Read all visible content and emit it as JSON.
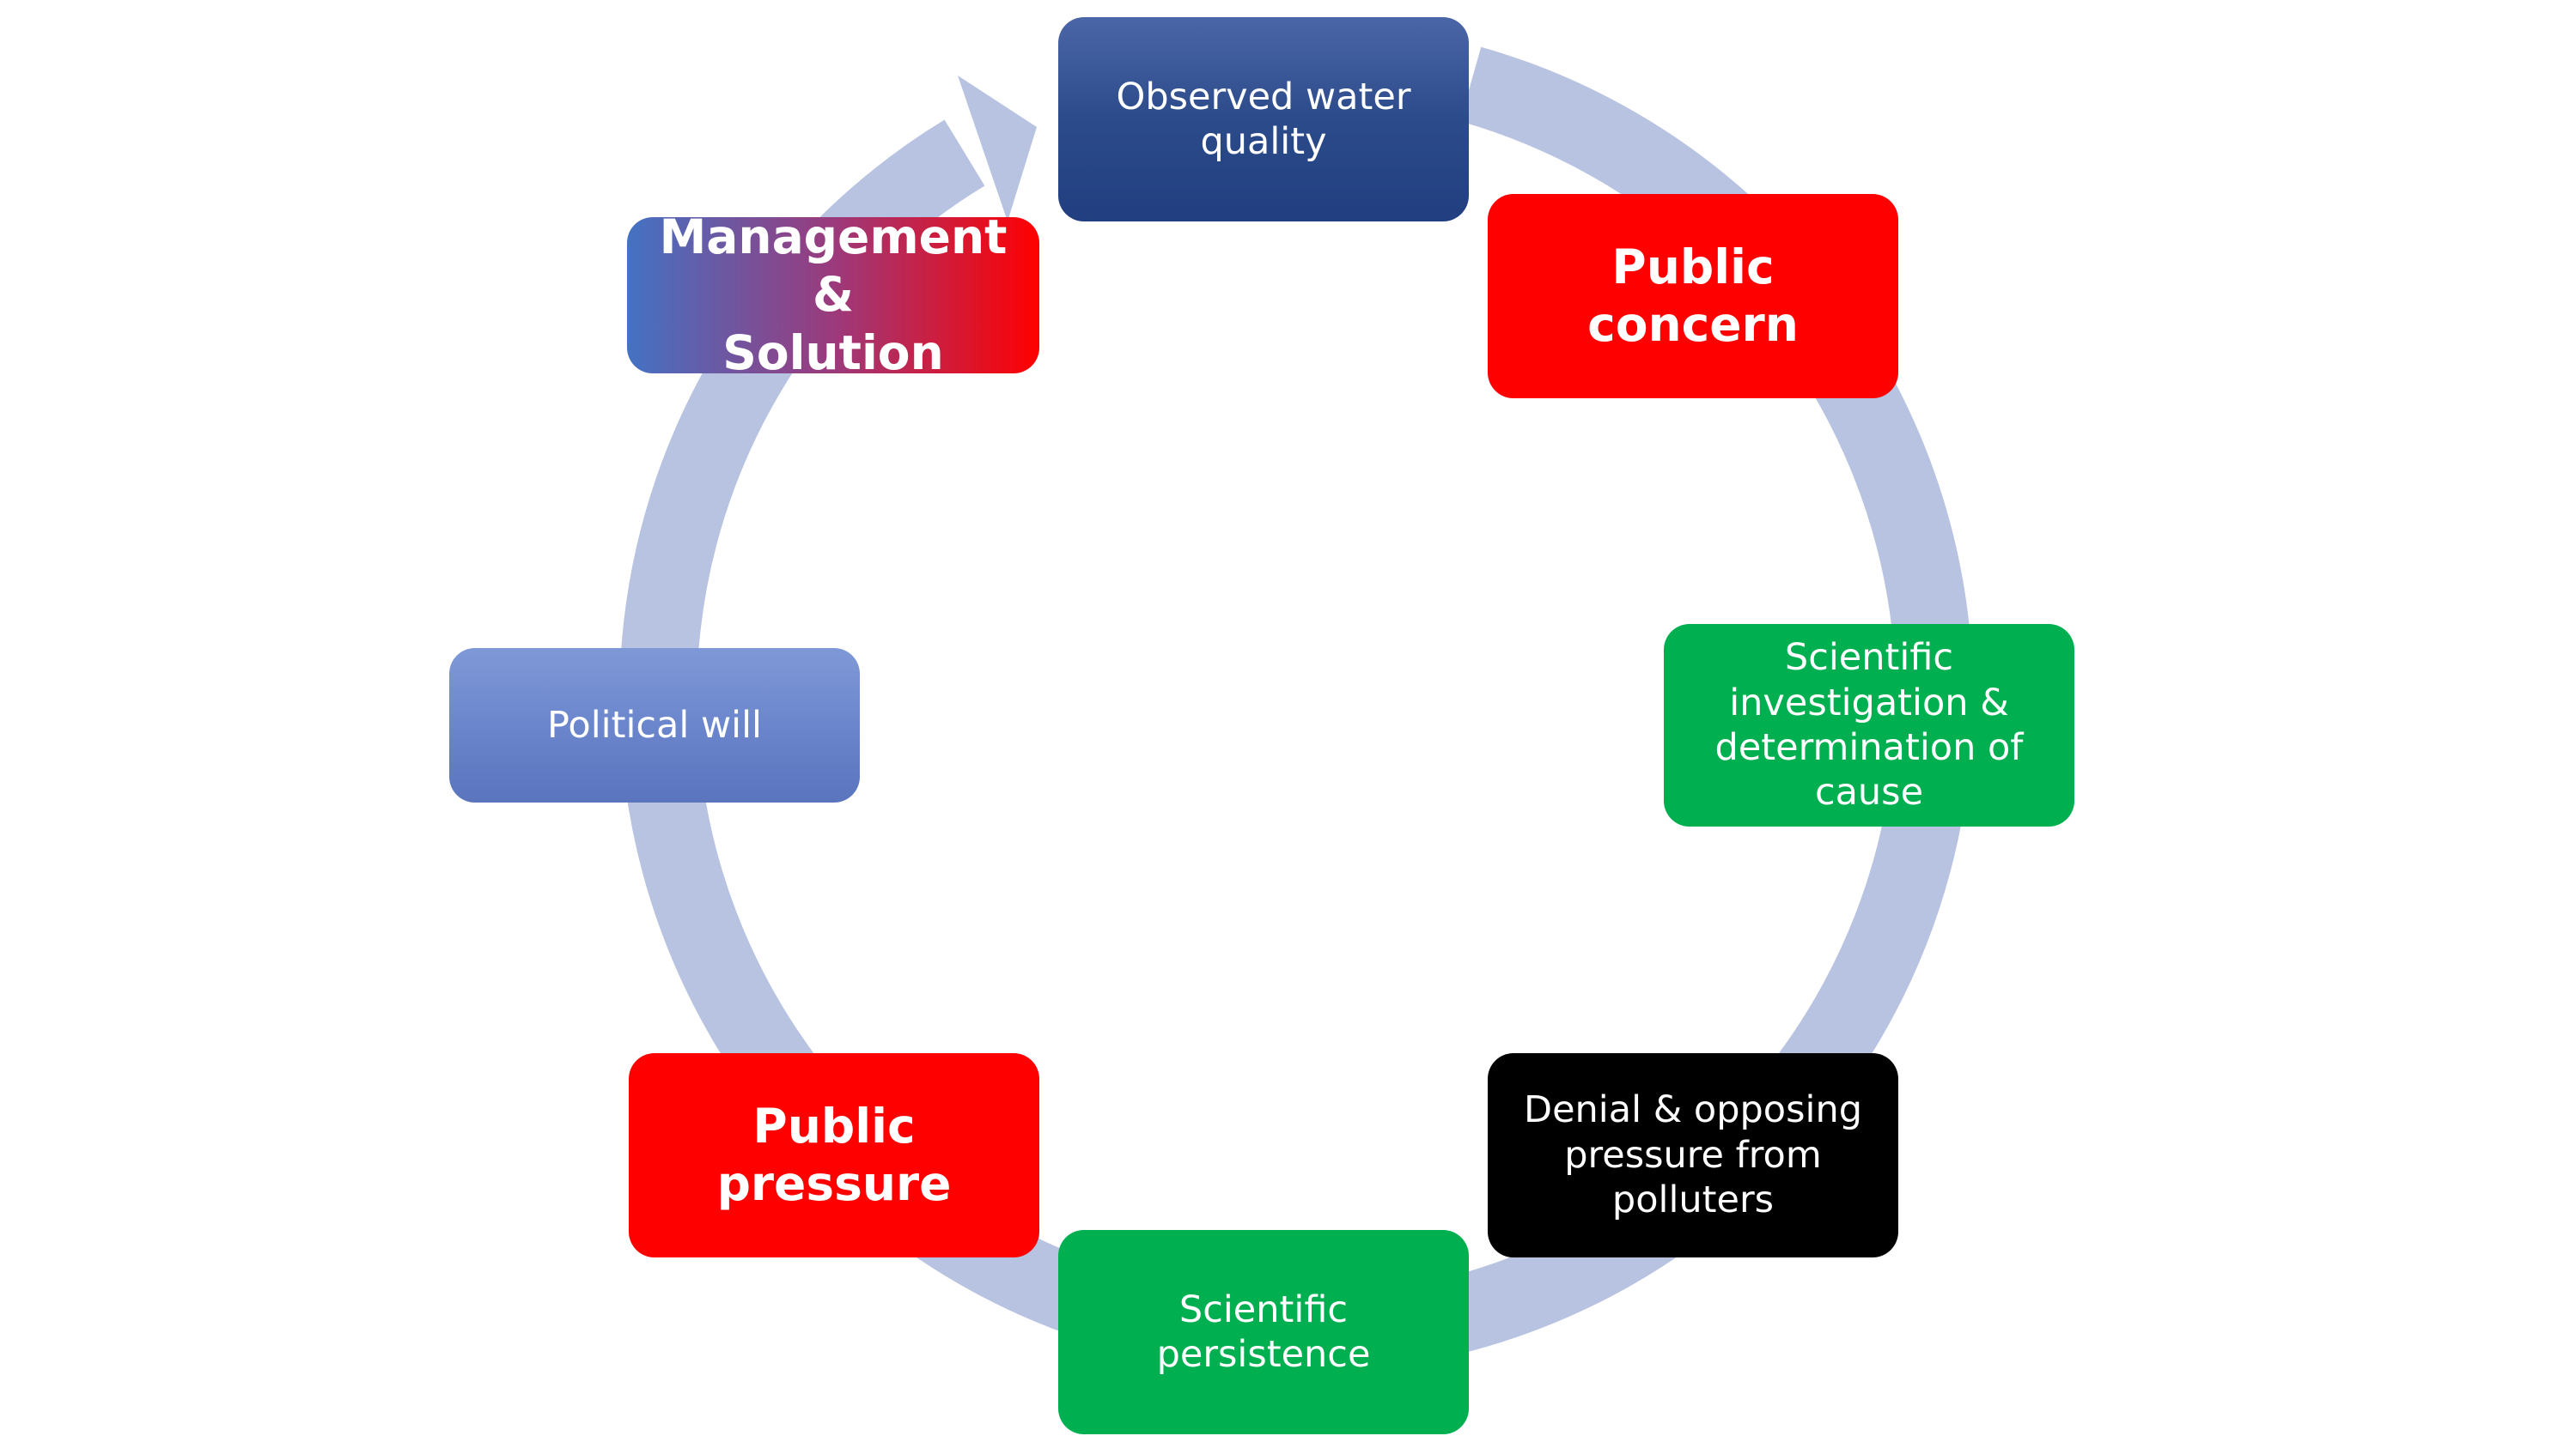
{
  "diagram": {
    "ring_color": "#b8c3e2",
    "nodes": [
      {
        "id": "observed",
        "label": "Observed water\nquality",
        "color": "#2c4b8a",
        "weight": "regular"
      },
      {
        "id": "public-concern",
        "label": "Public concern",
        "color": "#ff0000",
        "weight": "bold"
      },
      {
        "id": "sci-investigation",
        "label": "Scientific\ninvestigation &\ndetermination of\ncause",
        "color": "#00b050",
        "weight": "regular"
      },
      {
        "id": "denial",
        "label": "Denial & opposing\npressure from\npolluters",
        "color": "#000000",
        "weight": "regular"
      },
      {
        "id": "sci-persistence",
        "label": "Scientific\npersistence",
        "color": "#00b050",
        "weight": "regular"
      },
      {
        "id": "public-pressure",
        "label": "Public pressure",
        "color": "#ff0000",
        "weight": "bold"
      },
      {
        "id": "political-will",
        "label": "Political will",
        "color": "#6b86cc",
        "weight": "regular"
      },
      {
        "id": "management",
        "label": "Management &\nSolution",
        "colors": [
          "#4472c4",
          "#ff0000"
        ],
        "weight": "bold"
      }
    ]
  }
}
